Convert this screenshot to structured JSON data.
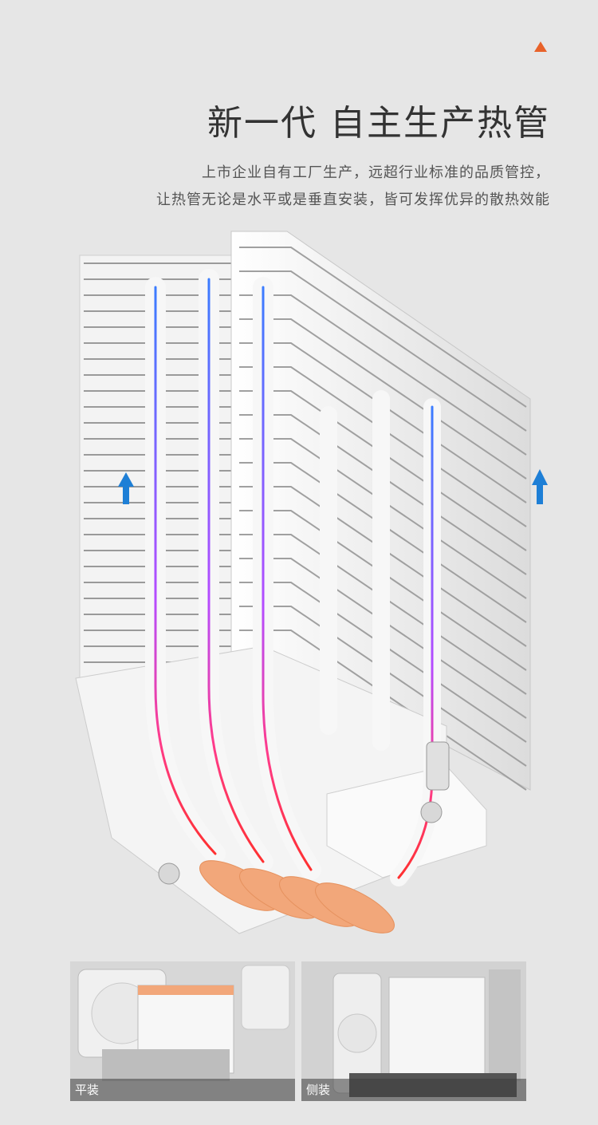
{
  "header": {
    "title": "新一代 自主生产热管",
    "subtitle_lines": [
      "上市企业自有工厂生产，远超行业标准的品质管控，",
      "让热管无论是水平或是垂直安装，皆可发挥优异的散热效能"
    ],
    "accent_color": "#e8622a"
  },
  "product_image": {
    "subject": "white tower CPU cooler with heatpipes",
    "icon": "airflow-arrow-icon"
  },
  "photos": [
    {
      "label": "平装"
    },
    {
      "label": "侧装"
    }
  ],
  "colors": {
    "background": "#e6e6e6",
    "heatpipe_tip": "#f2a77a",
    "airflow_arrow": "#1e7fd6"
  }
}
